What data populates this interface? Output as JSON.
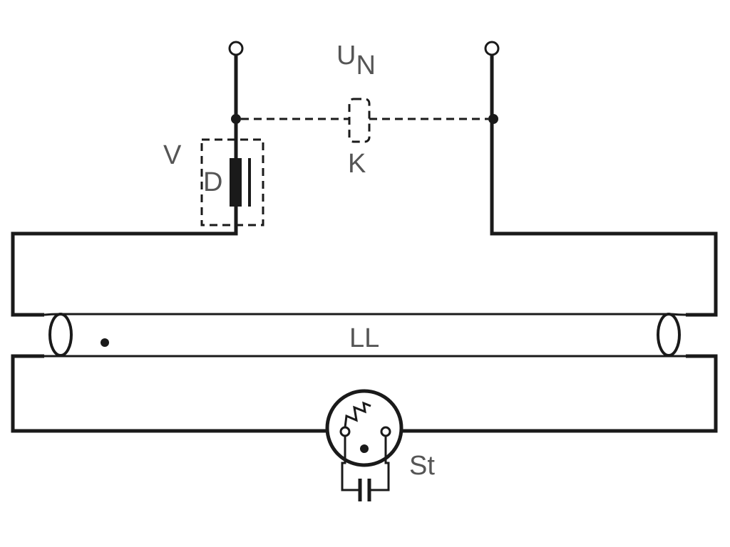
{
  "labels": {
    "supply_main": "U",
    "supply_sub": "N",
    "compensation": "K",
    "ballast_box": "V",
    "choke": "D",
    "lamp": "LL",
    "starter": "St"
  },
  "colors": {
    "line": "#1a1a1a",
    "label": "#555555",
    "background": "#ffffff"
  }
}
